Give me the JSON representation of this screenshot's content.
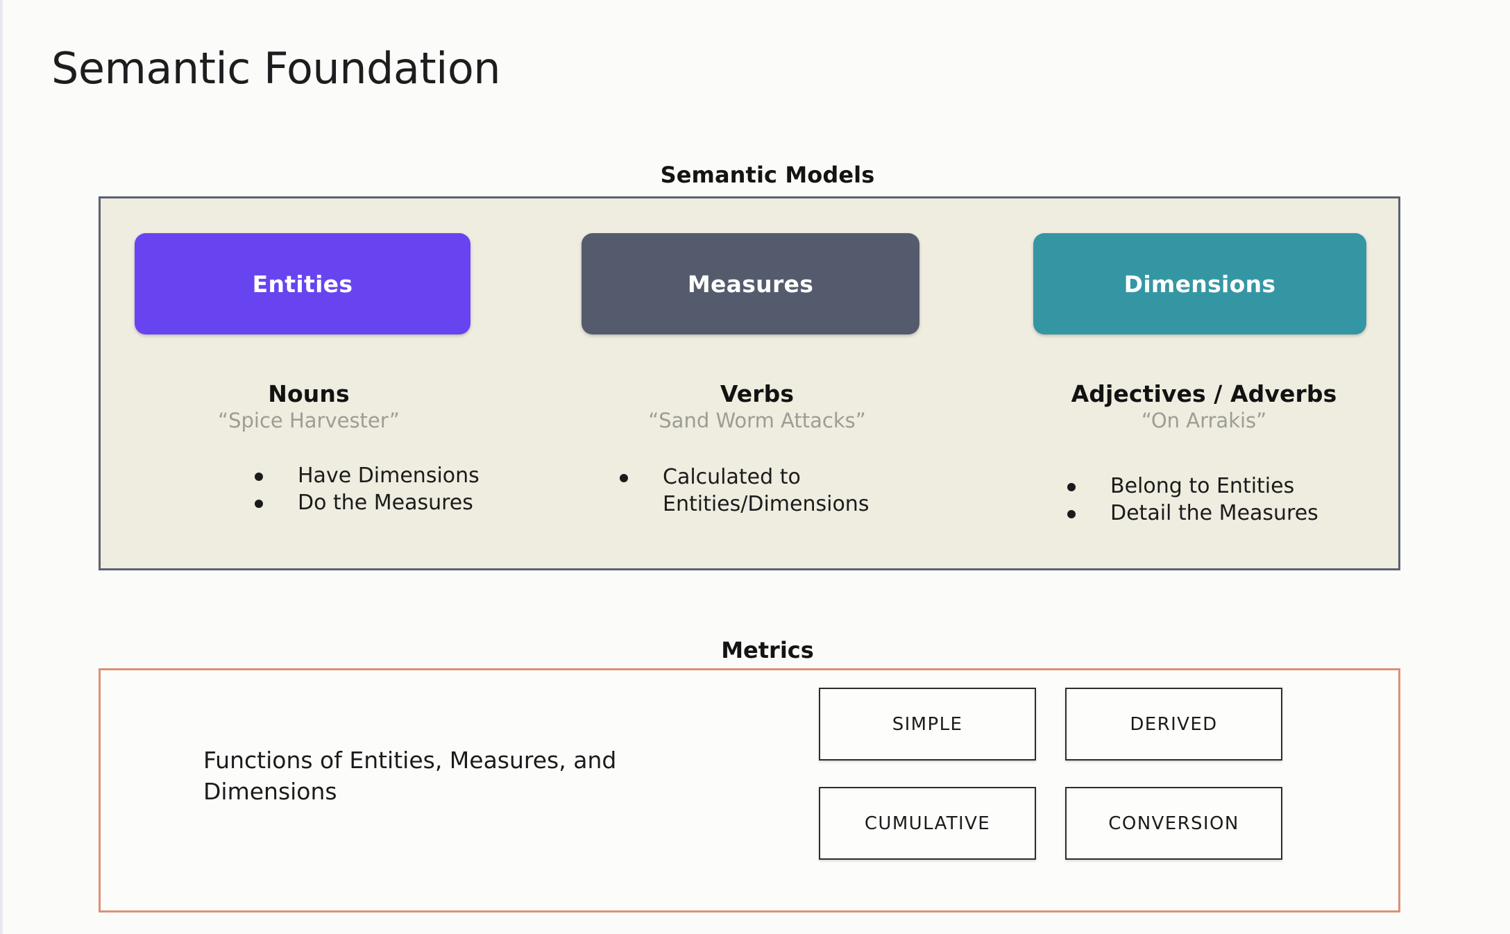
{
  "page": {
    "title": "Semantic Foundation",
    "background_color": "#fbfbf9"
  },
  "semantic_models": {
    "heading": "Semantic Models",
    "panel_bg_color": "#efece0",
    "panel_border_color": "#5a6173",
    "columns": [
      {
        "pill_label": "Entities",
        "pill_color": "#6744f0",
        "part_of_speech": "Nouns",
        "example": "“Spice Harvester”",
        "bullets": [
          "Have Dimensions",
          "Do the Measures"
        ]
      },
      {
        "pill_label": "Measures",
        "pill_color": "#545b6d",
        "part_of_speech": "Verbs",
        "example": "“Sand Worm Attacks”",
        "bullets": [
          "Calculated to\nEntities/Dimensions"
        ]
      },
      {
        "pill_label": "Dimensions",
        "pill_color": "#3596a3",
        "part_of_speech": "Adjectives / Adverbs",
        "example": "“On Arrakis”",
        "bullets": [
          "Belong to Entities",
          "Detail the Measures"
        ]
      }
    ]
  },
  "metrics": {
    "heading": "Metrics",
    "panel_border_color": "#dc9077",
    "description": "Functions of Entities, Measures, and Dimensions",
    "types": [
      "SIMPLE",
      "DERIVED",
      "CUMULATIVE",
      "CONVERSION"
    ]
  }
}
